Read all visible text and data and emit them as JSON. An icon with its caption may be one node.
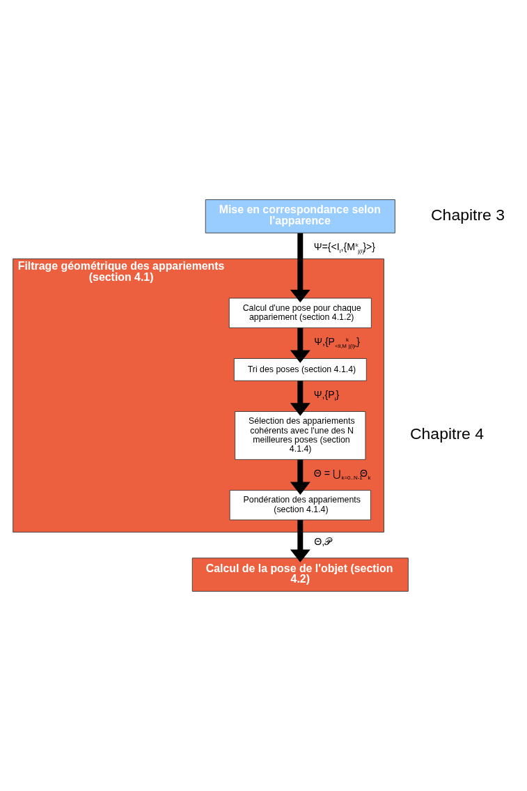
{
  "diagram": {
    "nodes": [
      {
        "text": [
          "Mise en correspondance selon l'apparence"
        ]
      },
      {
        "text": [
          "Filtrage géométrique des appariements (section 4.1)"
        ]
      },
      {
        "text": [
          "Calcul d'une pose pour chaque appariement (section 4.1.2)"
        ],
        "in": 1
      },
      {
        "text": [
          "Tri des poses (section 4.1.4)"
        ],
        "in": 1
      },
      {
        "text": [
          "Sélection des appariements cohérents avec l'une des N  meilleures poses (section 4.1.4)"
        ],
        "in": 1
      },
      {
        "text": [
          "Pondération des appariements (section 4.1.4)"
        ],
        "in": 1
      },
      {
        "text": [
          "Calcul de la pose de l'objet (section 4.2)"
        ]
      }
    ],
    "edges": [
      {
        "from": 0,
        "to": 2,
        "arrow": "to",
        "label": "Ψ={<I$_{i}$,{M$^{k}$$_{j(i)}$}>}"
      },
      {
        "from": 2,
        "to": 3,
        "arrow": "to",
        "label": "Ψ,{P$_{<I}$$_{i}$$_{,M}$$^{k}$$_{j(i)}$$_{>}$}"
      },
      {
        "from": 3,
        "to": 4,
        "arrow": "to",
        "label": "Ψ,{P$_{i}$}"
      },
      {
        "from": 4,
        "to": 5,
        "arrow": "to",
        "label": "Θ = ⋃$_{k=0..N-1}$Θ$_{k}$"
      },
      {
        "from": 5,
        "to": 6,
        "arrow": "to",
        "label": "Θ,𝒫"
      }
    ],
    "labels": [
      "Chapitre 3",
      "Chapitre 4"
    ]
  }
}
